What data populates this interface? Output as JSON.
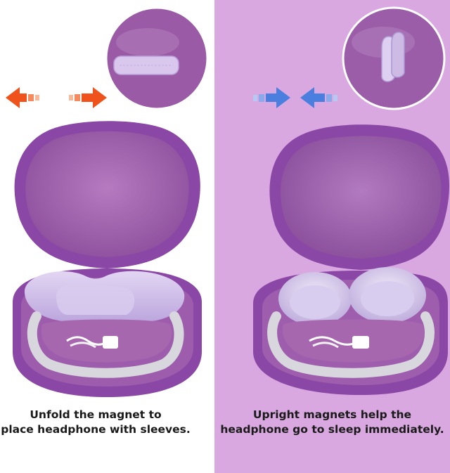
{
  "colors": {
    "left_background": "#ffffff",
    "right_background": "#d9a8e0",
    "case_purple": "#8a47a6",
    "velvet_purple": "#a062ad",
    "headphone_lavender": "#cdbbe6",
    "arrow_orange": "#f0521b",
    "arrow_blue": "#4a7fe0"
  },
  "left": {
    "caption_line1": "Unfold the magnet to",
    "caption_line2": "place headphone with sleeves.",
    "arrows_icon": "outward-double-arrow-icon",
    "magnet_state": "unfolded"
  },
  "right": {
    "caption_line1": "Upright magnets help the",
    "caption_line2": "headphone go to sleep immediately.",
    "arrows_icon": "inward-double-arrow-icon",
    "magnet_state": "upright"
  }
}
